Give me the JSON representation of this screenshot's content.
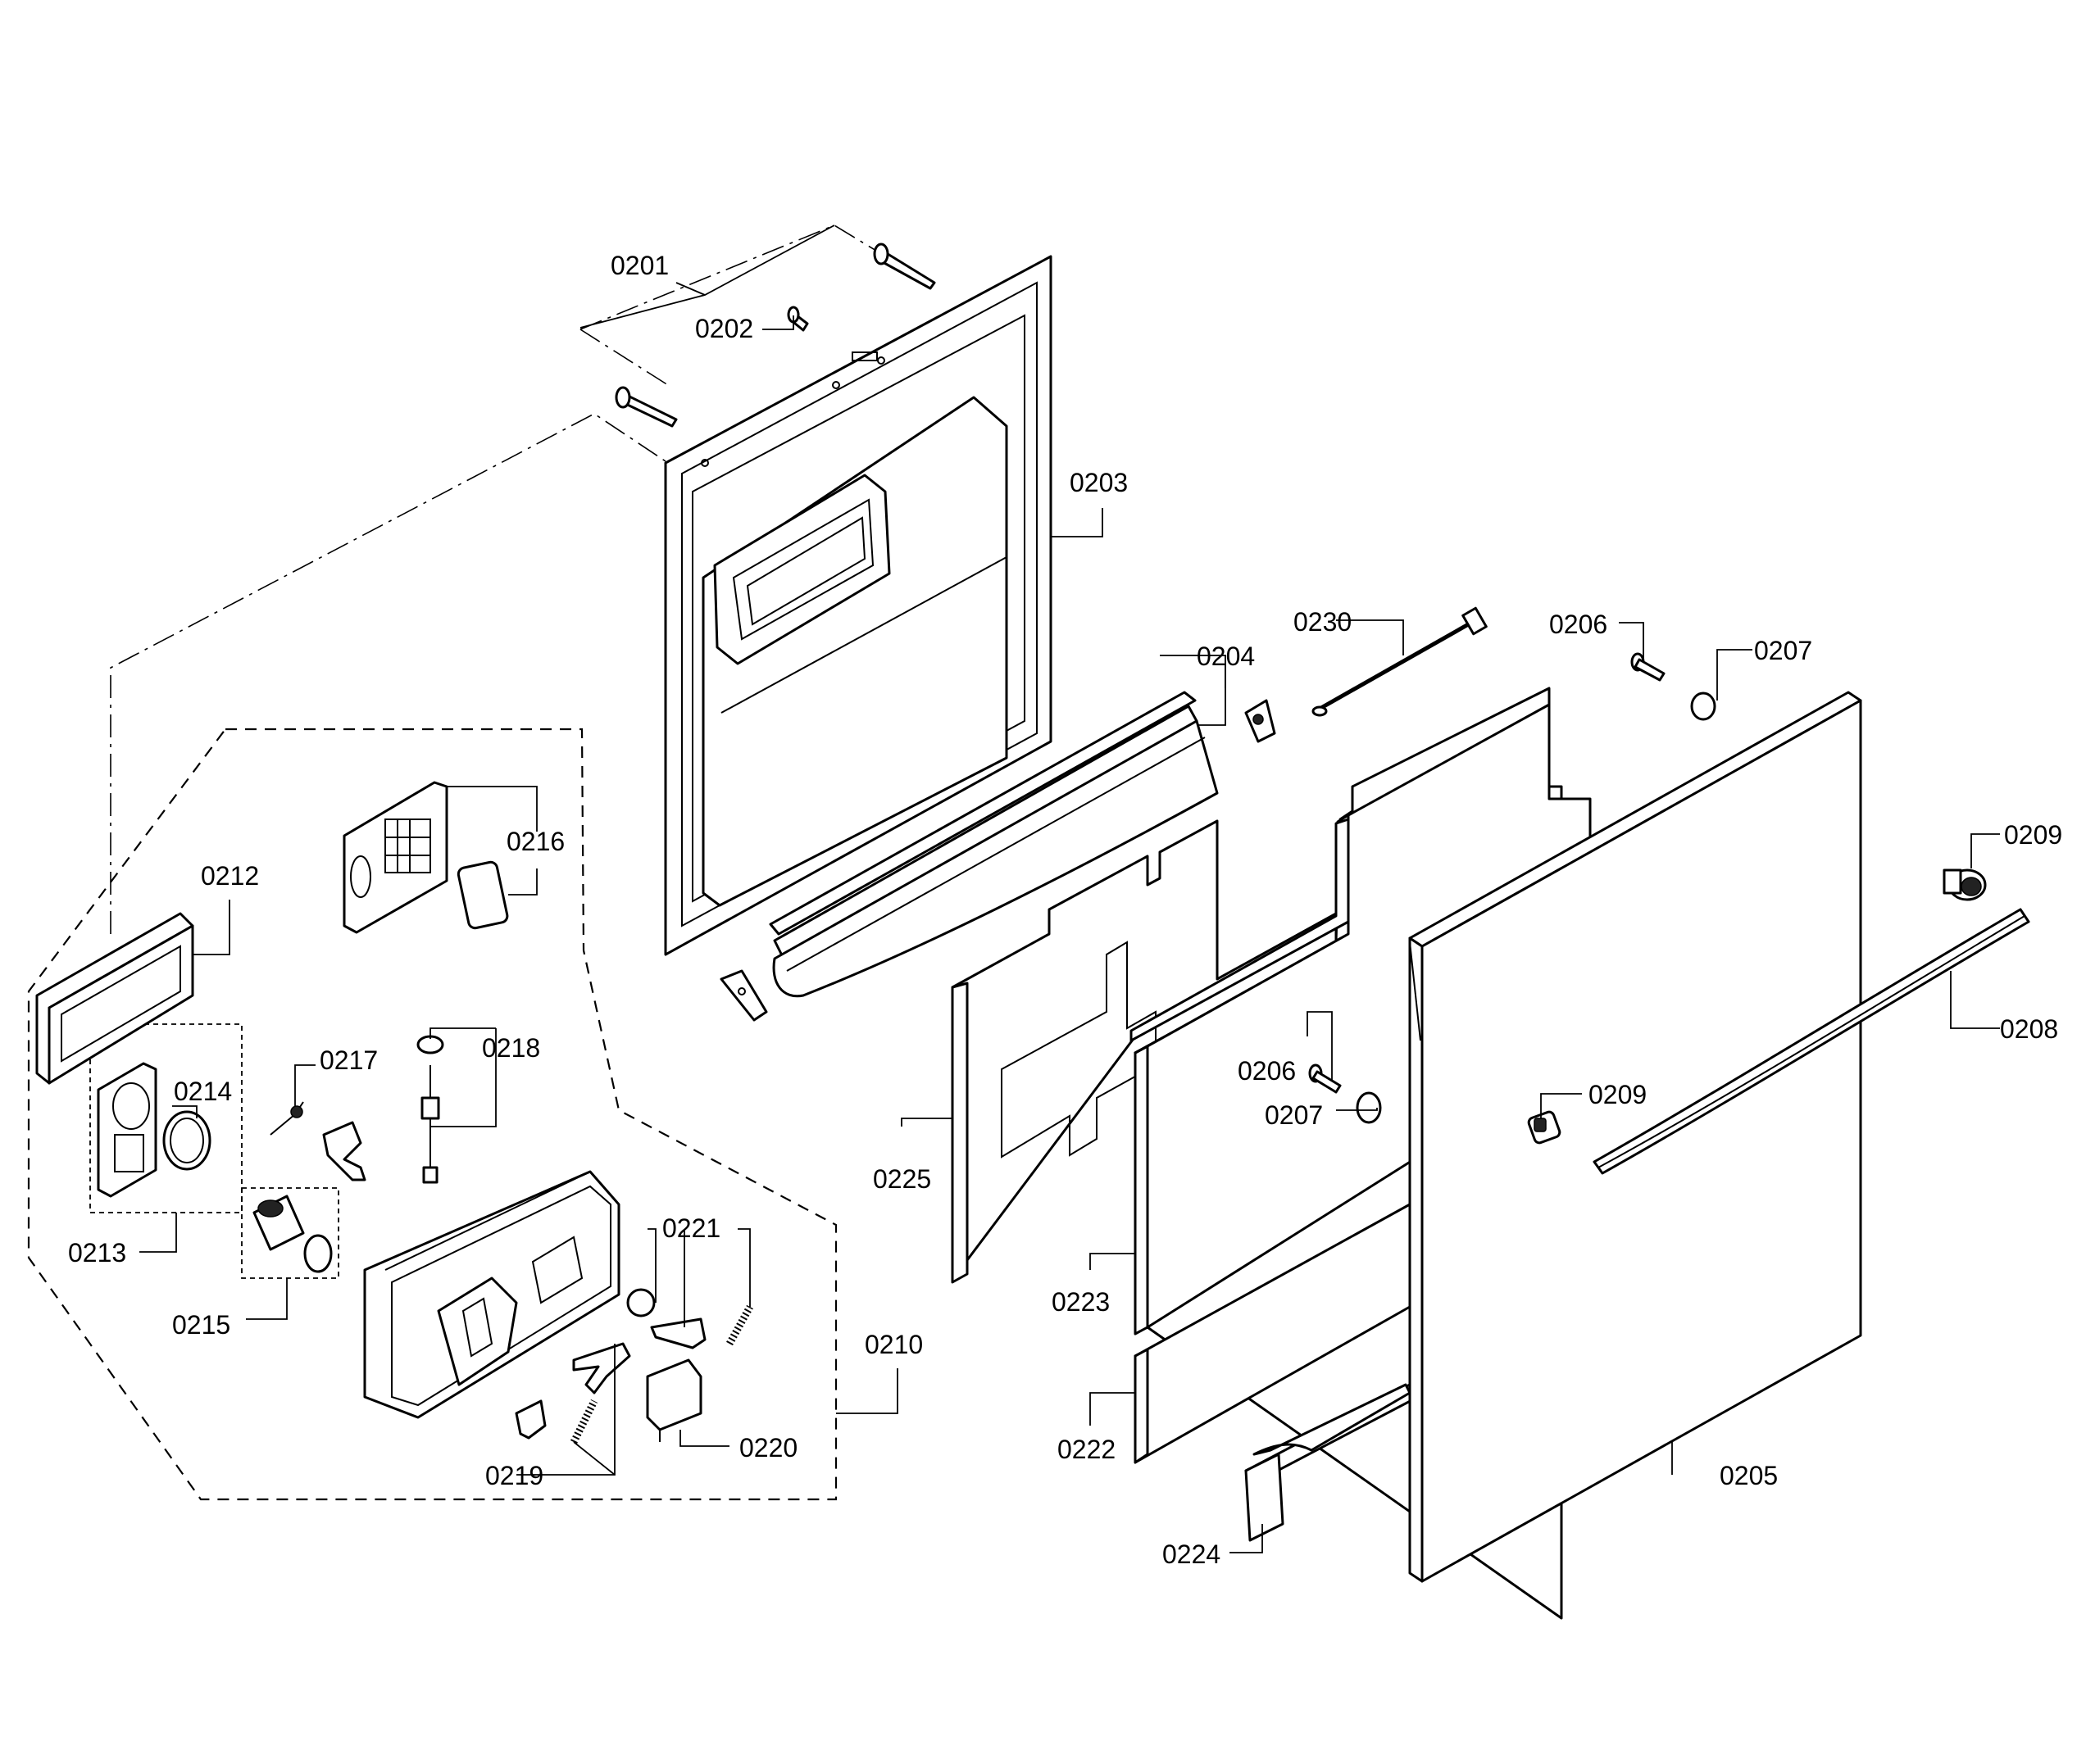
{
  "parts": {
    "p0201": "0201",
    "p0202": "0202",
    "p0203": "0203",
    "p0204": "0204",
    "p0205": "0205",
    "p0206a": "0206",
    "p0206b": "0206",
    "p0207a": "0207",
    "p0207b": "0207",
    "p0208": "0208",
    "p0209a": "0209",
    "p0209b": "0209",
    "p0210": "0210",
    "p0212": "0212",
    "p0213": "0213",
    "p0214": "0214",
    "p0215": "0215",
    "p0216": "0216",
    "p0217": "0217",
    "p0218": "0218",
    "p0219": "0219",
    "p0220": "0220",
    "p0221": "0221",
    "p0222": "0222",
    "p0223": "0223",
    "p0224": "0224",
    "p0225": "0225",
    "p0230": "0230"
  }
}
